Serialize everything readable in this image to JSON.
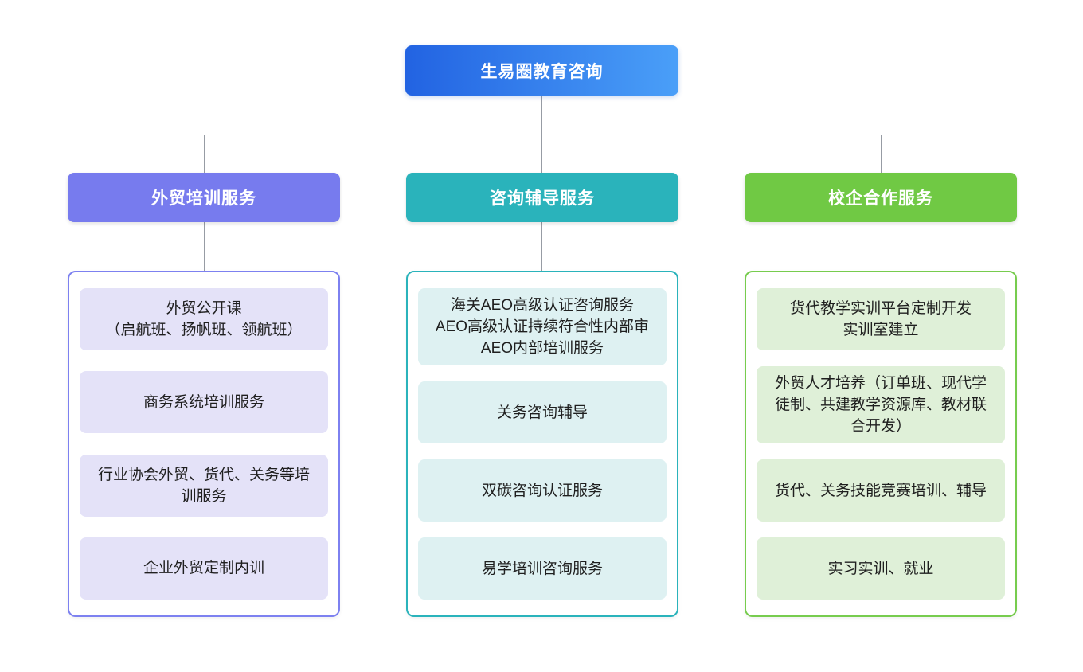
{
  "diagram_title": "生易圈教育咨询",
  "colors": {
    "canvas_bg": "#ffffff",
    "root_gradient_start": "#2263e2",
    "root_gradient_end": "#4a9ff8",
    "connector_line": "#979ca4",
    "node_text_light": "#ffffff",
    "leaf_text_dark": "#1f1f1f"
  },
  "root": {
    "label": "生易圈教育咨询"
  },
  "branches": [
    {
      "label": "外贸培训服务",
      "header_color": "#777bee",
      "border_color": "#7d81f0",
      "item_bg": "#e4e2f8",
      "items": [
        "外贸公开课\n（启航班、扬帆班、领航班）",
        "商务系统培训服务",
        "行业协会外贸、货代、关务等培训服务",
        "企业外贸定制内训"
      ]
    },
    {
      "label": "咨询辅导服务",
      "header_color": "#2ab3bb",
      "border_color": "#2ab3bb",
      "item_bg": "#def1f2",
      "items": [
        "海关AEO高级认证咨询服务\nAEO高级认证持续符合性内部审\nAEO内部培训服务",
        "关务咨询辅导",
        "双碳咨询认证服务",
        "易学培训咨询服务"
      ]
    },
    {
      "label": "校企合作服务",
      "header_color": "#70c944",
      "border_color": "#77cc4e",
      "item_bg": "#dff0d8",
      "items": [
        "货代教学实训平台定制开发\n实训室建立",
        "外贸人才培养（订单班、现代学徒制、共建教学资源库、教材联合开发）",
        "货代、关务技能竞赛培训、辅导",
        "实习实训、就业"
      ]
    }
  ]
}
